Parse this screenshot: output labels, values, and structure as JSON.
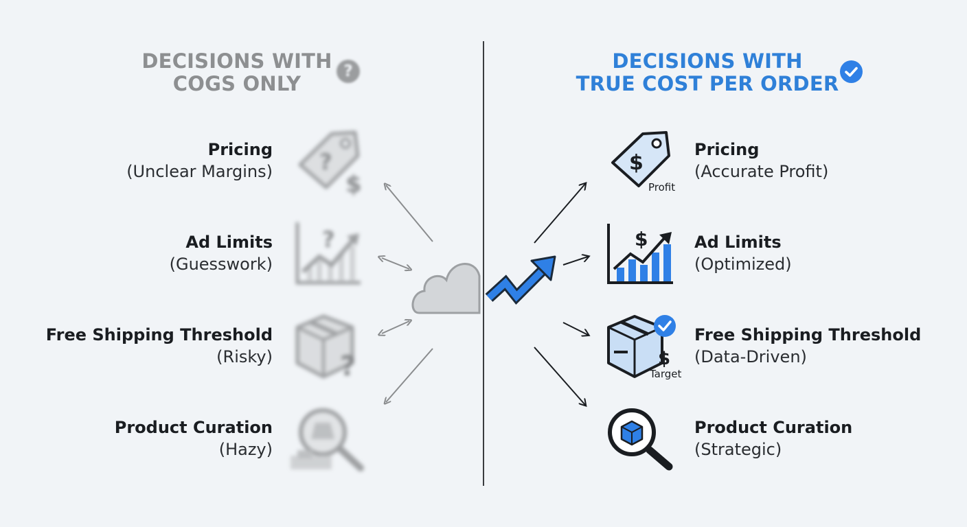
{
  "left": {
    "heading_line1": "DECISIONS WITH",
    "heading_line2": "COGS ONLY",
    "heading_icon": "question-circle-icon",
    "items": [
      {
        "title": "Pricing",
        "subtitle": "(Unclear Margins)",
        "icon": "price-tag-question-icon"
      },
      {
        "title": "Ad Limits",
        "subtitle": "(Guesswork)",
        "icon": "chart-question-icon"
      },
      {
        "title": "Free Shipping Threshold",
        "subtitle": "(Risky)",
        "icon": "box-question-icon"
      },
      {
        "title": "Product Curation",
        "subtitle": "(Hazy)",
        "icon": "magnifier-hazy-icon"
      }
    ]
  },
  "right": {
    "heading_line1": "DECISIONS WITH",
    "heading_line2": "TRUE COST PER ORDER",
    "heading_icon": "check-circle-icon",
    "items": [
      {
        "title": "Pricing",
        "subtitle": "(Accurate Profit)",
        "icon": "price-tag-dollar-icon",
        "icon_caption": "Profit"
      },
      {
        "title": "Ad Limits",
        "subtitle": "(Optimized)",
        "icon": "bar-chart-growth-icon"
      },
      {
        "title": "Free Shipping Threshold",
        "subtitle": "(Data-Driven)",
        "icon": "box-check-icon",
        "icon_caption": "Target"
      },
      {
        "title": "Product Curation",
        "subtitle": "(Strategic)",
        "icon": "magnifier-cube-icon"
      }
    ]
  },
  "center": {
    "left_icon": "cloud-icon",
    "right_icon": "zigzag-up-arrow-icon"
  },
  "colors": {
    "accent_blue": "#2f80d8",
    "muted_gray": "#8d8f91",
    "dark": "#1a1d21"
  }
}
